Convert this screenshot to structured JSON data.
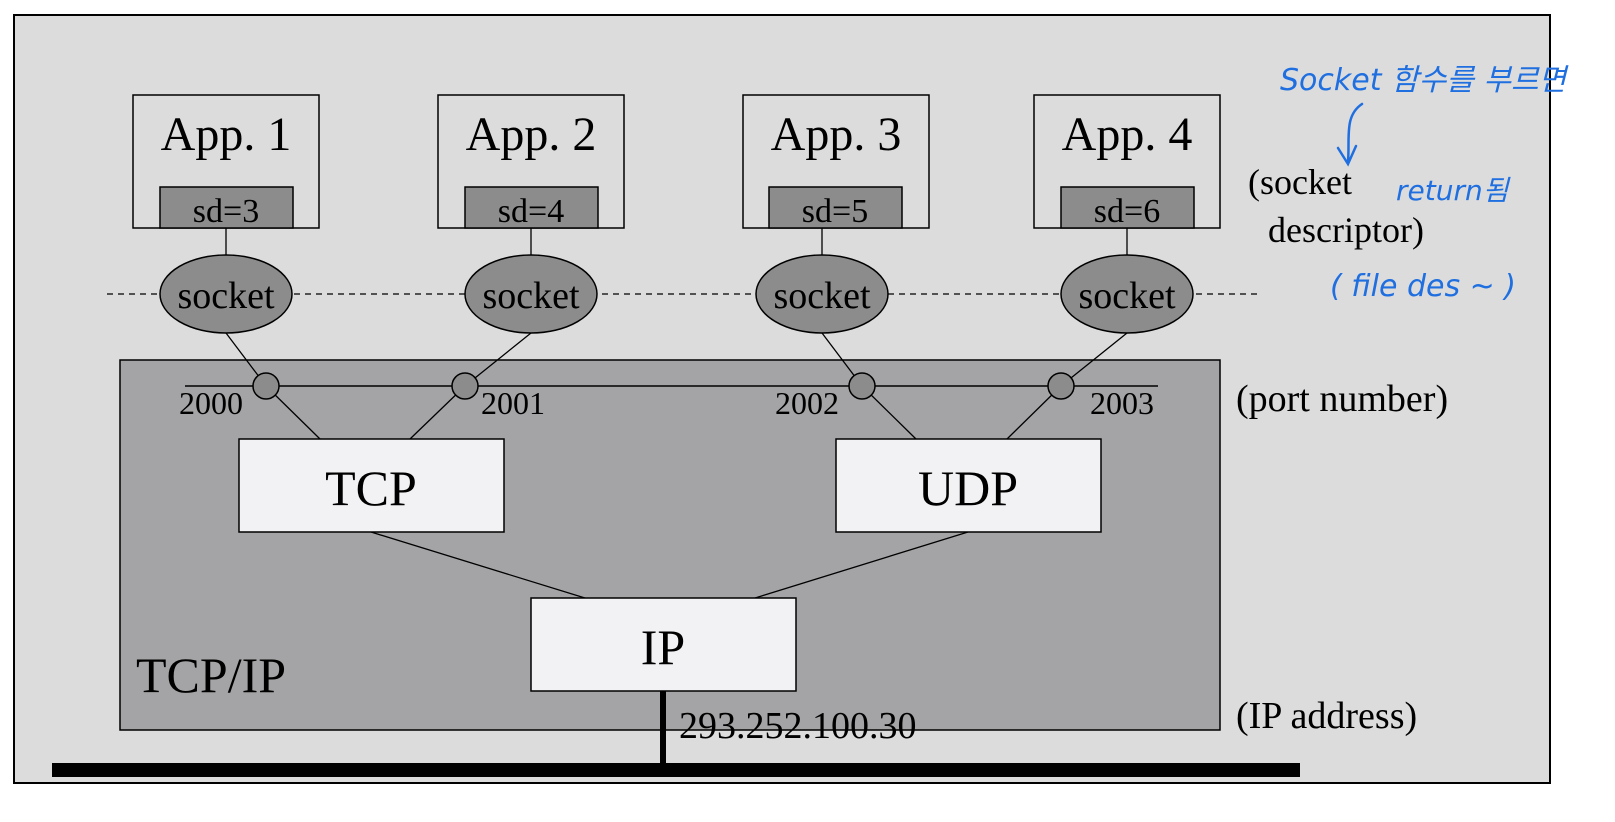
{
  "apps": [
    {
      "name": "App. 1",
      "sd": "sd=3",
      "port": "2000"
    },
    {
      "name": "App. 2",
      "sd": "sd=4",
      "port": "2001"
    },
    {
      "name": "App. 3",
      "sd": "sd=5",
      "port": "2002"
    },
    {
      "name": "App. 4",
      "sd": "sd=6",
      "port": "2003"
    }
  ],
  "socket_label": "socket",
  "protocols": {
    "tcp": "TCP",
    "udp": "UDP",
    "ip": "IP"
  },
  "stack_label": "TCP/IP",
  "ip_address": "293.252.100.30",
  "side_labels": {
    "socket_descriptor_line1": "(socket",
    "socket_descriptor_line2": "descriptor)",
    "port_number": "(port number)",
    "ip_address": "(IP address)"
  },
  "annotations": {
    "line1": "Socket 함수를 부르면",
    "line2": "return됨",
    "line3": "( file des ~ )"
  },
  "colors": {
    "background": "#dcdcdc",
    "stack": "#a4a4a6",
    "box": "#f2f2f4",
    "socket": "#8c8c8c",
    "ink": "#1f6fe0"
  }
}
